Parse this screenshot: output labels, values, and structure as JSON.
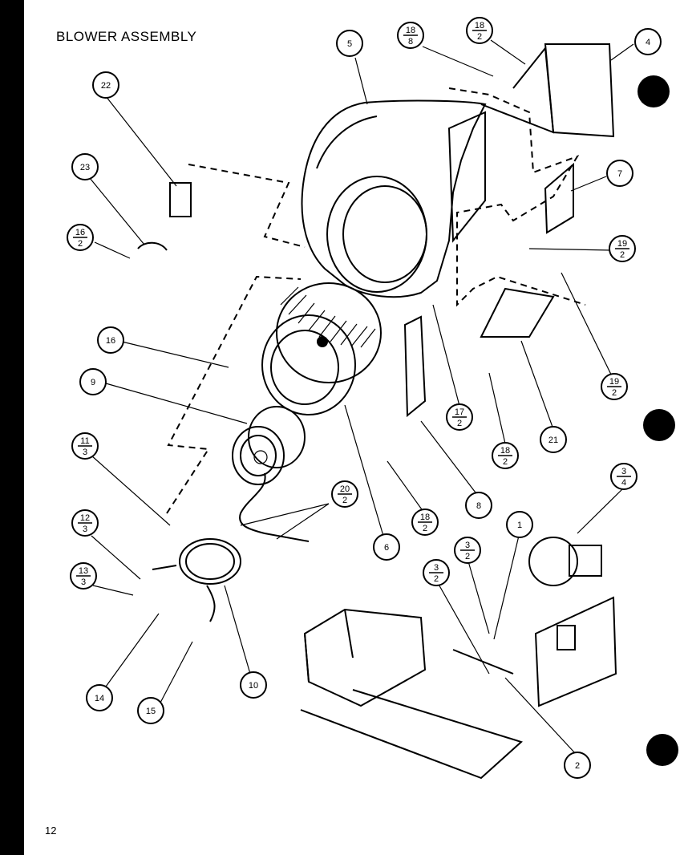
{
  "title": "BLOWER ASSEMBLY",
  "page_number": "12",
  "callouts": [
    {
      "id": "c22",
      "top": "22",
      "bottom": ""
    },
    {
      "id": "c23",
      "top": "23",
      "bottom": ""
    },
    {
      "id": "c16-2a",
      "top": "16",
      "bottom": "2"
    },
    {
      "id": "c16",
      "top": "16",
      "bottom": ""
    },
    {
      "id": "c9",
      "top": "9",
      "bottom": ""
    },
    {
      "id": "c11-3",
      "top": "11",
      "bottom": "3"
    },
    {
      "id": "c12-3",
      "top": "12",
      "bottom": "3"
    },
    {
      "id": "c13-3",
      "top": "13",
      "bottom": "3"
    },
    {
      "id": "c14",
      "top": "14",
      "bottom": ""
    },
    {
      "id": "c15",
      "top": "15",
      "bottom": ""
    },
    {
      "id": "c10",
      "top": "10",
      "bottom": ""
    },
    {
      "id": "c6",
      "top": "6",
      "bottom": ""
    },
    {
      "id": "c20-2",
      "top": "20",
      "bottom": "2"
    },
    {
      "id": "c5",
      "top": "5",
      "bottom": ""
    },
    {
      "id": "c18-8",
      "top": "18",
      "bottom": "8"
    },
    {
      "id": "c18-2a",
      "top": "18",
      "bottom": "2"
    },
    {
      "id": "c4",
      "top": "4",
      "bottom": ""
    },
    {
      "id": "c7",
      "top": "7",
      "bottom": ""
    },
    {
      "id": "c19-2a",
      "top": "19",
      "bottom": "2"
    },
    {
      "id": "c19-2b",
      "top": "19",
      "bottom": "2"
    },
    {
      "id": "c17-2",
      "top": "17",
      "bottom": "2"
    },
    {
      "id": "c18-2b",
      "top": "18",
      "bottom": "2"
    },
    {
      "id": "c21",
      "top": "21",
      "bottom": ""
    },
    {
      "id": "c8",
      "top": "8",
      "bottom": ""
    },
    {
      "id": "c18-2c",
      "top": "18",
      "bottom": "2"
    },
    {
      "id": "c1",
      "top": "1",
      "bottom": ""
    },
    {
      "id": "c3-4",
      "top": "3",
      "bottom": "4"
    },
    {
      "id": "c3-2a",
      "top": "3",
      "bottom": "2"
    },
    {
      "id": "c3-2b",
      "top": "3",
      "bottom": "2"
    },
    {
      "id": "c2",
      "top": "2",
      "bottom": ""
    }
  ]
}
